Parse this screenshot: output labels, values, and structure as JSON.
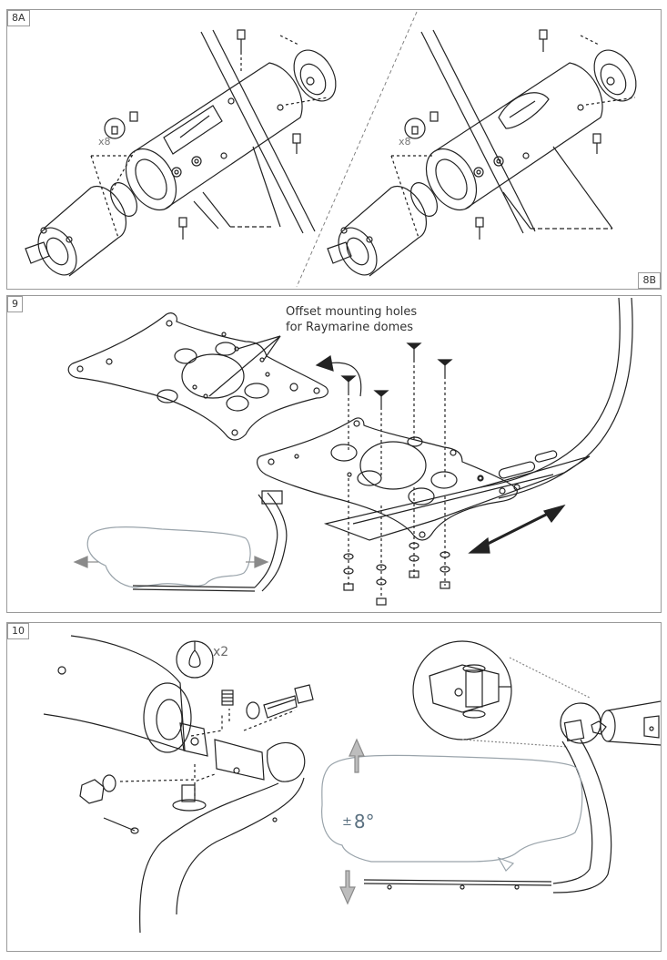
{
  "panels": {
    "p8a": {
      "tag": "8A",
      "qty": "x8"
    },
    "p8b": {
      "tag": "8B",
      "qty": "x8"
    },
    "p9": {
      "tag": "9",
      "callout_line1": "Offset mounting holes",
      "callout_line2": "for Raymarine domes"
    },
    "p10": {
      "tag": "10",
      "qty": "x2",
      "angle_sign": "±",
      "angle_value": "8°"
    }
  },
  "colors": {
    "line": "#222222",
    "panel_border": "#9a9a9a",
    "dome_outline": "#9aa4ab",
    "angle_text": "#5a7080",
    "arrow_grey": "#8a8a8a"
  }
}
